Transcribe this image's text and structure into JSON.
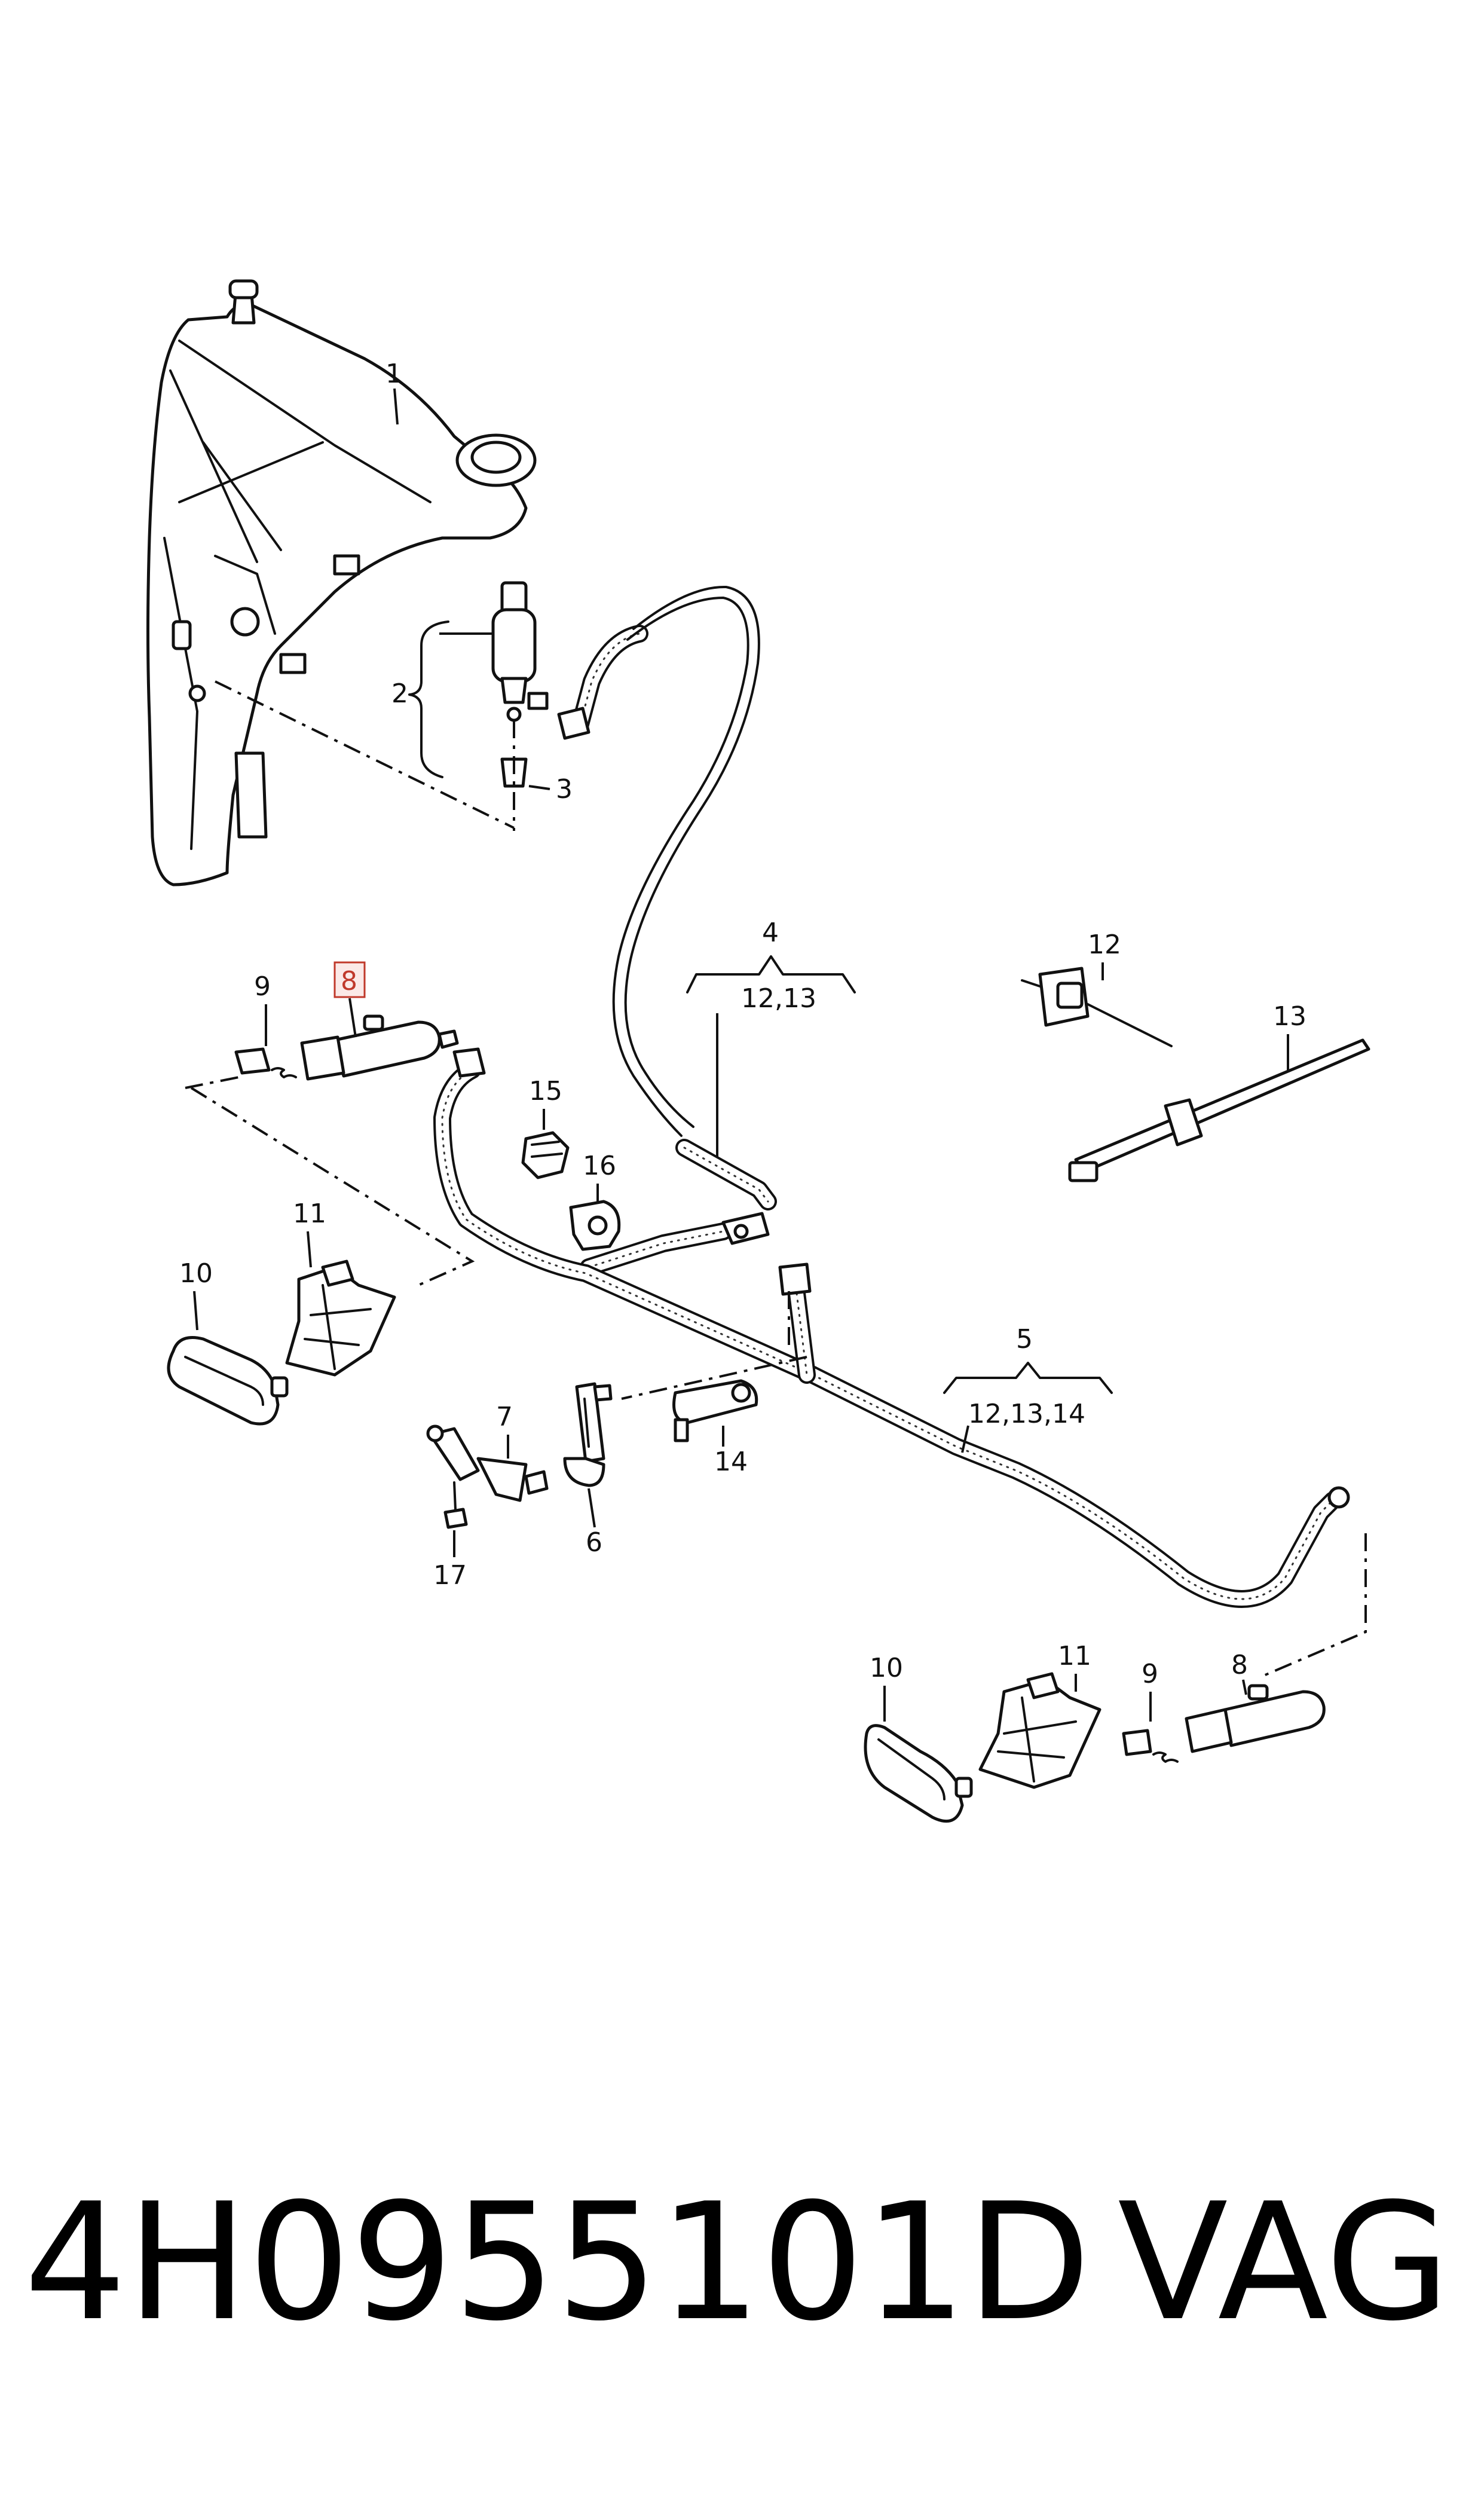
{
  "diagram": {
    "labels": {
      "tank": "1",
      "pump": "2",
      "grommet": "3",
      "hose_upper": "4",
      "hose_upper_refs": "12,13",
      "hose_lower": "5",
      "hose_lower_refs": "12,13,14",
      "elbow": "6",
      "connector": "7",
      "nozzle_left": "8",
      "nozzle_right": "8",
      "spring_left": "9",
      "spring_right": "9",
      "cap_left": "10",
      "cap_right": "10",
      "bracket_left": "11",
      "bracket_right": "11",
      "clip": "12",
      "cable_tie": "13",
      "hose_clip": "14",
      "nut": "15",
      "holder": "16",
      "screw": "17"
    },
    "selected_part": "8",
    "colors": {
      "line": "#111111",
      "highlight": "#c0392b",
      "background": "#ffffff"
    }
  },
  "caption": {
    "part_number": "4H0955101D",
    "brand": "VAG"
  }
}
